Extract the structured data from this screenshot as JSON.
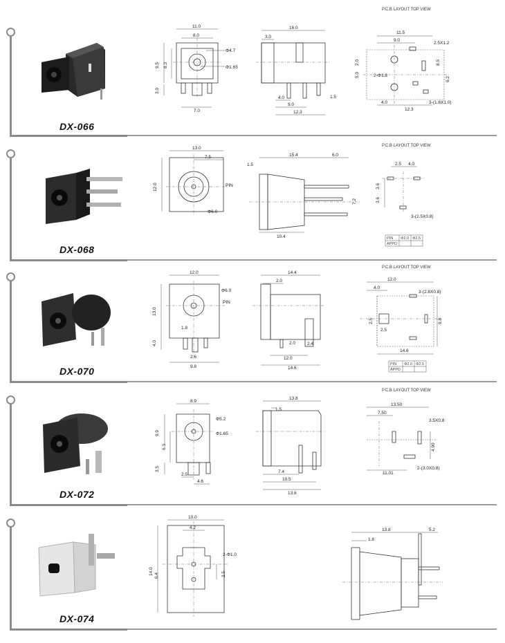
{
  "pcb_heading": "P.C.B LAYOUT    TOP VIEW",
  "pin_table": {
    "r1c1": "PIN",
    "r1c2": "Φ2.0",
    "r1c3": "Φ2.5",
    "r2c1": "APPD"
  },
  "products": [
    {
      "model": "DX-066",
      "front": {
        "w": "11.0",
        "w2": "8.0",
        "h": "9.5",
        "h2": "8.3",
        "leg": "3.0",
        "bottom": "7.0",
        "d1": "Φ4.7",
        "d2": "Φ1.65"
      },
      "side": {
        "len": "16.0",
        "a": "3.0",
        "b": "4.0",
        "c": "9.0",
        "d": "12.3",
        "e": "1.5"
      },
      "pcb": {
        "w": "11.5",
        "a": "9.0",
        "hole": "2.5X1.2",
        "b": "2-Φ1.8",
        "c": "3-(1.8X1.0)",
        "v1": "8.5",
        "v2": "2.0",
        "v3": "5.0",
        "v4": "6.2",
        "bot1": "4.0",
        "bot2": "12.3"
      }
    },
    {
      "model": "DX-068",
      "front": {
        "w": "13.0",
        "w2": "7.5",
        "h": "12.0",
        "pin": "PIN",
        "d1": "Φ6.0"
      },
      "side": {
        "a": "1.5",
        "len": "15.4",
        "b": "6.0",
        "c": "10.4",
        "h": "7.2"
      },
      "pcb": {
        "a": "2.5",
        "b": "4.0",
        "v1": "3.6",
        "v2": "3.6",
        "slot": "3-(2.5X0.8)"
      }
    },
    {
      "model": "DX-070",
      "front": {
        "w": "12.0",
        "h": "13.0",
        "d1": "Φ6.0",
        "pin": "PIN",
        "a": "1.8",
        "leg": "4.0",
        "b": "2.6",
        "bottom": "9.8"
      },
      "side": {
        "len": "14.4",
        "a": "2.0",
        "b": "2.0",
        "c": "2.4",
        "d": "12.0",
        "e": "14.6"
      },
      "pcb": {
        "w": "12.0",
        "a": "4.0",
        "slot": "3-(2.8X0.8)",
        "b": "2.5",
        "c": "2.5",
        "h": "9.8",
        "bot": "14.6"
      }
    },
    {
      "model": "DX-072",
      "front": {
        "w": "8.9",
        "h": "9.9",
        "h2": "6.3",
        "leg": "3.5",
        "a": "2.5",
        "b": "4.6",
        "d1": "Φ5.2",
        "d2": "Φ1.65"
      },
      "side": {
        "len": "13.8",
        "a": "1.5",
        "b": "7.4",
        "c": "10.5",
        "d": "13.6"
      },
      "pcb": {
        "w": "13.50",
        "a": "7.50",
        "s1": "3.5X0.8",
        "v": "4.90",
        "bot": "11.01",
        "s2": "2-(3.0X0.8)"
      }
    },
    {
      "model": "DX-074",
      "front": {
        "w": "10.0",
        "a": "4.2",
        "h": "14.0",
        "b": "6.4",
        "c": "2.5",
        "d": "2-Φ1.0"
      },
      "side": {
        "len": "13.8",
        "a": "1.8",
        "b": "5.2"
      }
    }
  ]
}
